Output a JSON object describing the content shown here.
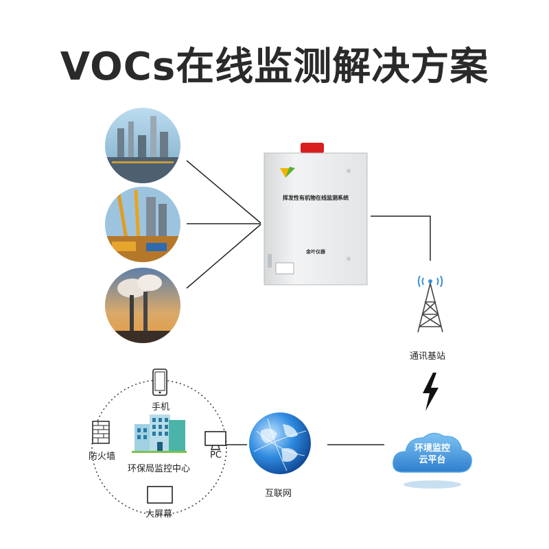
{
  "title": "VOCs在线监测解决方案",
  "device": {
    "panel_text": "挥发性有机物在线监测系统",
    "brand": "金叶仪器"
  },
  "labels": {
    "base_station": "通讯基站",
    "cloud": "环境监控云平台",
    "cloud_line1": "环境监控",
    "cloud_line2": "云平台",
    "internet": "互联网",
    "phone": "手机",
    "firewall": "防火墙",
    "pc": "PC",
    "center": "环保局监控中心",
    "big_screen": "大屏幕"
  },
  "colors": {
    "accent_blue": "#3a8fd8",
    "alarm_red": "#d81e1e"
  },
  "icons": {
    "source_1": "refinery-photo",
    "source_2": "construction-site-photo",
    "source_3": "smokestack-photo",
    "tower": "signal-tower-icon",
    "lightning": "lightning-icon",
    "globe": "globe-icon"
  }
}
